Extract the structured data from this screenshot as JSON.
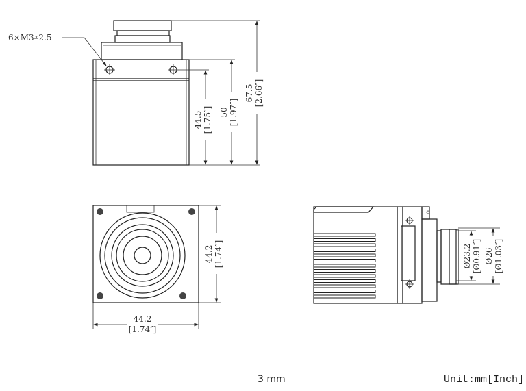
{
  "annotations": {
    "thread_callout": "6×M3⩡2.5",
    "height_hole": "44.5",
    "height_hole_in": "[1.75″]",
    "height_body": "50",
    "height_body_in": "[1.97″]",
    "height_total": "67.5",
    "height_total_in": "[2.66″]",
    "front_width": "44.2",
    "front_width_in": "[1.74″]",
    "front_height": "44.2",
    "front_height_in": "[1.74″]",
    "lens_dia_inner": "Ø23.2",
    "lens_dia_inner_in": "[Ø0.91″]",
    "lens_dia_outer": "Ø26",
    "lens_dia_outer_in": "[Ø1.03″]"
  },
  "footer": {
    "model": "3 mm",
    "unit": "Unit:mm[Inch]"
  }
}
